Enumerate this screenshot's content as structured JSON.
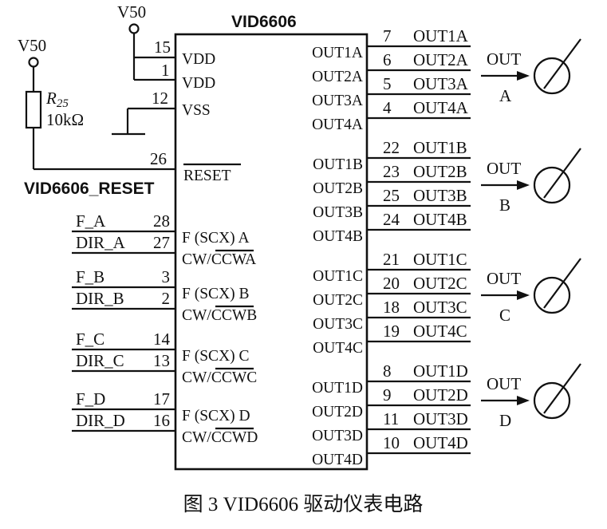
{
  "chip": {
    "name": "VID6606"
  },
  "supply": {
    "label_left": "V50",
    "label_top": "V50"
  },
  "resistor": {
    "name": "R",
    "sub": "25",
    "value": "10kΩ"
  },
  "reset": {
    "net": "VID6606_RESET",
    "pin": "26",
    "label": "RESET"
  },
  "power_pins": [
    {
      "num": "15",
      "label": "VDD"
    },
    {
      "num": "1",
      "label": "VDD"
    },
    {
      "num": "12",
      "label": "VSS"
    }
  ],
  "left_channels": [
    {
      "f_net": "F_A",
      "f_pin": "28",
      "f_label": "F (SCX) A",
      "dir_net": "DIR_A",
      "dir_pin": "27",
      "cw": "CW/",
      "ccw": "CCW",
      "ch": "A"
    },
    {
      "f_net": "F_B",
      "f_pin": "3",
      "f_label": "F (SCX) B",
      "dir_net": "DIR_B",
      "dir_pin": "2",
      "cw": "CW/",
      "ccw": "CCW",
      "ch": "B"
    },
    {
      "f_net": "F_C",
      "f_pin": "14",
      "f_label": "F (SCX) C",
      "dir_net": "DIR_C",
      "dir_pin": "13",
      "cw": "CW/",
      "ccw": "CCW",
      "ch": "C"
    },
    {
      "f_net": "F_D",
      "f_pin": "17",
      "f_label": "F (SCX) D",
      "dir_net": "DIR_D",
      "dir_pin": "16",
      "cw": "CW/",
      "ccw": "CCW",
      "ch": "D"
    }
  ],
  "output_groups": [
    {
      "out": "OUT",
      "ch": "A",
      "pins": [
        {
          "inner": "OUT1A",
          "num": "7",
          "net": "OUT1A"
        },
        {
          "inner": "OUT2A",
          "num": "6",
          "net": "OUT2A"
        },
        {
          "inner": "OUT3A",
          "num": "5",
          "net": "OUT3A"
        },
        {
          "inner": "OUT4A",
          "num": "4",
          "net": "OUT4A"
        }
      ]
    },
    {
      "out": "OUT",
      "ch": "B",
      "pins": [
        {
          "inner": "OUT1B",
          "num": "22",
          "net": "OUT1B"
        },
        {
          "inner": "OUT2B",
          "num": "23",
          "net": "OUT2B"
        },
        {
          "inner": "OUT3B",
          "num": "25",
          "net": "OUT3B"
        },
        {
          "inner": "OUT4B",
          "num": "24",
          "net": "OUT4B"
        }
      ]
    },
    {
      "out": "OUT",
      "ch": "C",
      "pins": [
        {
          "inner": "OUT1C",
          "num": "21",
          "net": "OUT1C"
        },
        {
          "inner": "OUT2C",
          "num": "20",
          "net": "OUT2C"
        },
        {
          "inner": "OUT3C",
          "num": "18",
          "net": "OUT3C"
        },
        {
          "inner": "OUT4C",
          "num": "19",
          "net": "OUT4C"
        }
      ]
    },
    {
      "out": "OUT",
      "ch": "D",
      "pins": [
        {
          "inner": "OUT1D",
          "num": "8",
          "net": "OUT1D"
        },
        {
          "inner": "OUT2D",
          "num": "9",
          "net": "OUT2D"
        },
        {
          "inner": "OUT3D",
          "num": "11",
          "net": "OUT3D"
        },
        {
          "inner": "OUT4D",
          "num": "10",
          "net": "OUT4D"
        }
      ]
    }
  ],
  "caption": "图 3  VID6606 驱动仪表电路"
}
